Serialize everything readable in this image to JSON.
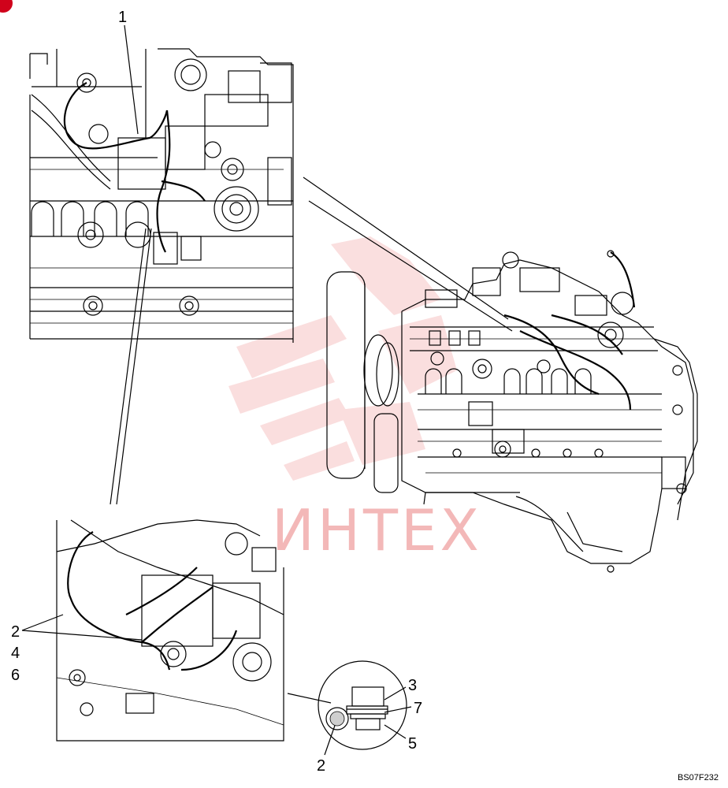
{
  "watermark": {
    "text": "ИНТЕХ",
    "color": "#f3b8b8"
  },
  "figure_code": "BS07F232",
  "callouts": {
    "c1": "1",
    "c2_left": "2",
    "c4": "4",
    "c6": "6",
    "c3": "3",
    "c7": "7",
    "c5": "5",
    "c2_bottom": "2"
  },
  "colors": {
    "line": "#000000",
    "corner_marker": "#d0021b"
  }
}
